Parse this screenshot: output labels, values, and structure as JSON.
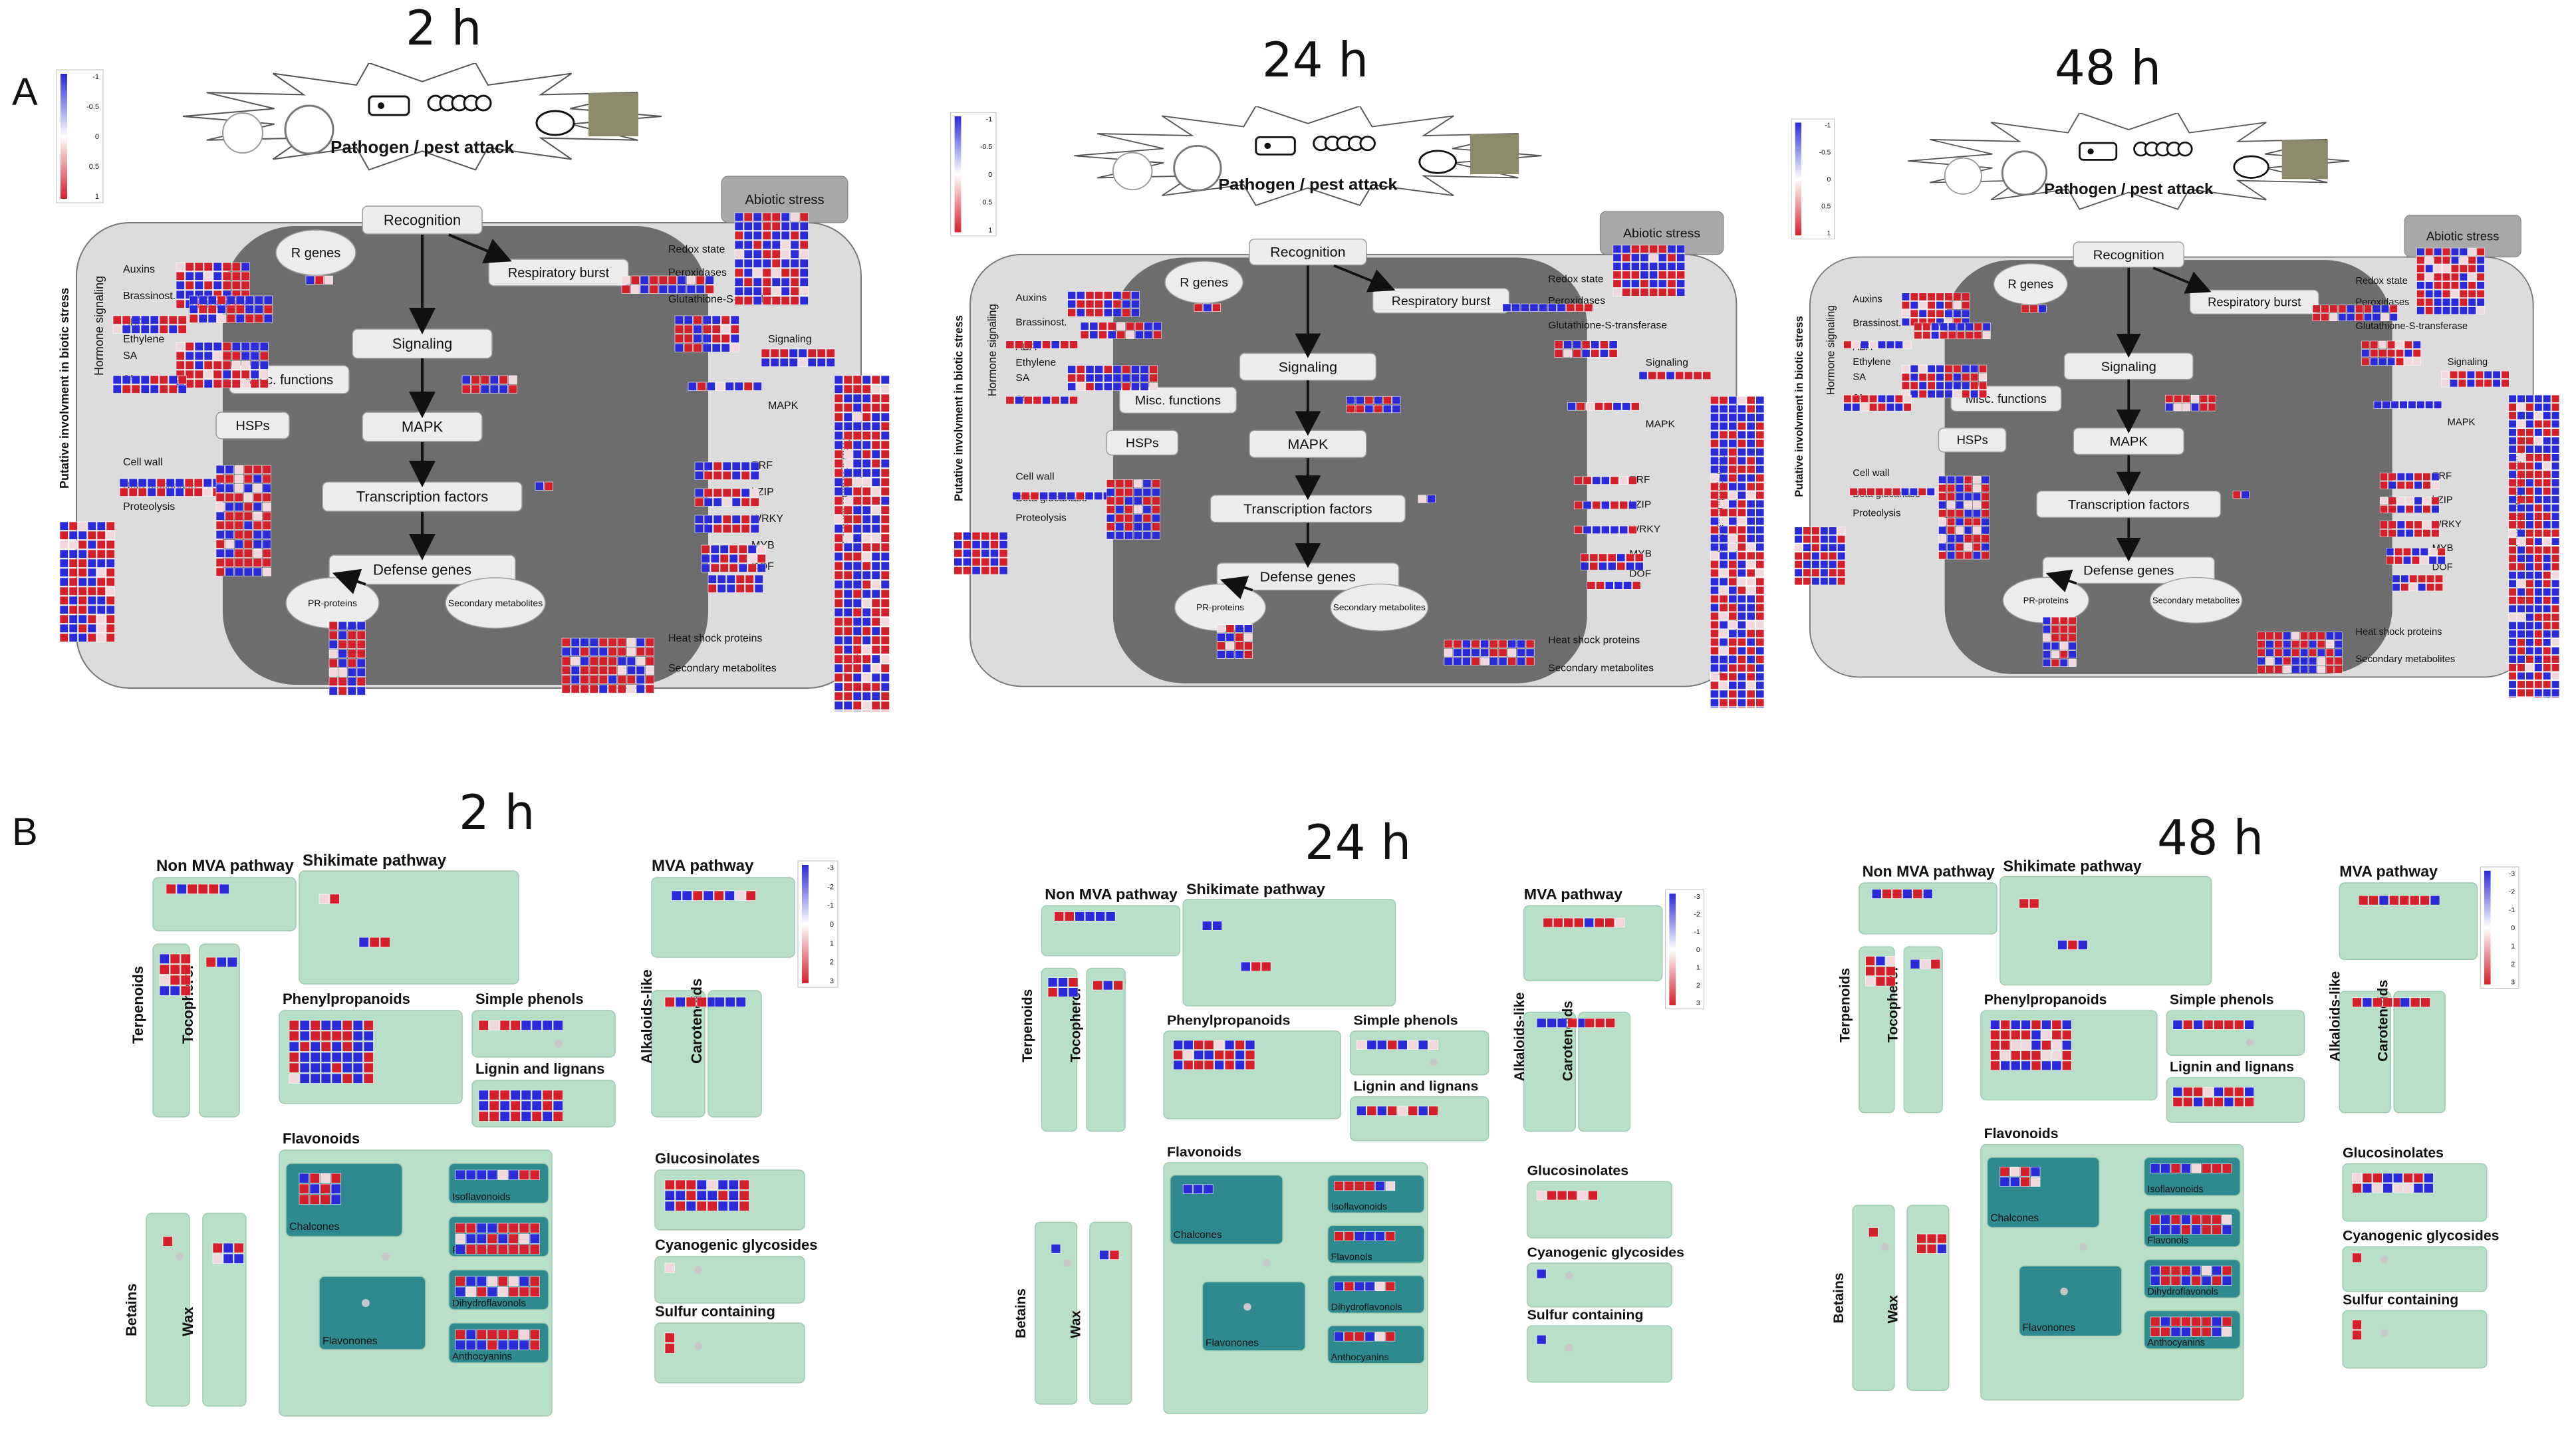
{
  "panels": [
    {
      "letter": "A",
      "times": [
        "2 h",
        "24 h",
        "48 h"
      ]
    },
    {
      "letter": "B",
      "times": [
        "2 h",
        "24 h",
        "48 h"
      ]
    }
  ],
  "biotic": {
    "stress_title": "Pathogen / pest attack",
    "side_label": "Putative involvment in biotic stress",
    "hormone_label": "Hormone signaling",
    "tf_label": "Transcription factors",
    "legend_ticks": [
      "-1",
      "-0.5",
      "0",
      "0.5",
      "1"
    ],
    "left_items": [
      "Auxins",
      "Brassinost.",
      "ABA",
      "Ethylene",
      "SA",
      "JA",
      "HSPs",
      "Cell wall",
      "Beta glucanase",
      "Proteolysis"
    ],
    "center_items": [
      "Recognition",
      "R genes",
      "Respiratory burst",
      "Signaling",
      "Misc. functions",
      "MAPK",
      "Transcription factors",
      "Defense genes",
      "PR-proteins",
      "Secondary metabolites"
    ],
    "right_items": [
      "Abiotic stress",
      "Redox state",
      "Peroxidases",
      "Glutathione-S-transferase",
      "Signaling",
      "MAPK",
      "ERF",
      "bZIP",
      "WRKY",
      "MYB",
      "DOF",
      "Heat shock proteins",
      "Secondary metabolites"
    ]
  },
  "secondary": {
    "legend_ticks": [
      "-3",
      "-2",
      "-1",
      "0",
      "1",
      "2",
      "3"
    ],
    "labels": [
      "Non MVA pathway",
      "Shikimate pathway",
      "MVA pathway",
      "Terpenoids",
      "Tocopherol",
      "Phenylpropanoids",
      "Simple phenols",
      "Alkaloids-like",
      "Carotenoids",
      "Lignin and lignans",
      "Flavonoids",
      "Chalcones",
      "Isoflavonoids",
      "Flavonols",
      "Dihydroflavonols",
      "Flavonones",
      "Anthocyanins",
      "Glucosinolates",
      "Cyanogenic glycosides",
      "Sulfur containing",
      "Betains",
      "Wax"
    ]
  },
  "colors": {
    "up": "#d4202a",
    "down": "#2a2ad8",
    "neutral": "#f0d8dc",
    "teal": "#b9dfc9",
    "dark_teal": "#2f8a8f",
    "grey_dark": "#6e6e6e",
    "grey_light": "#d8d8d8"
  }
}
